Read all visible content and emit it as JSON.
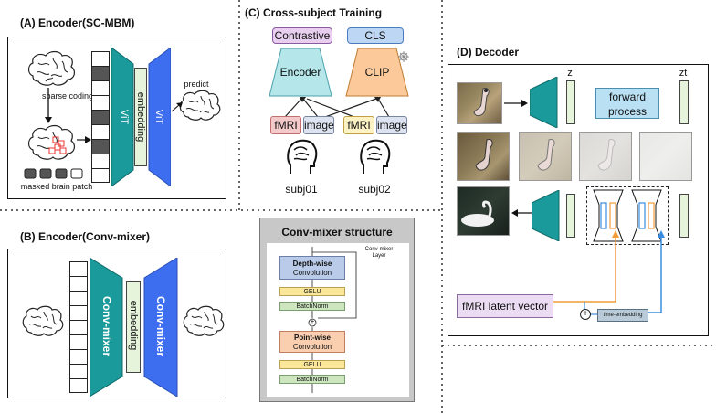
{
  "panelA": {
    "title": "(A) Encoder(SC-MBM)",
    "sparse_coding": "sparse coding",
    "masked_patch": "masked brain patch",
    "vit_left": "ViT",
    "embedding": "embedding",
    "vit_right": "ViT",
    "predict": "predict"
  },
  "panelB": {
    "title": "(B) Encoder(Conv-mixer)",
    "conv_left": "Conv-mixer",
    "embedding": "embedding",
    "conv_right": "Conv-mixer"
  },
  "panelC": {
    "title": "(C) Cross-subject Training",
    "contrastive": "Contrastive",
    "cls": "CLS",
    "encoder": "Encoder",
    "clip": "CLIP",
    "fmri1": "fMRI",
    "image1": "image",
    "fmri2": "fMRI",
    "image2": "image",
    "subj1": "subj01",
    "subj2": "subj02"
  },
  "convmixer": {
    "title": "Conv-mixer structure",
    "layer_label": "Conv-mixer Layer",
    "depthwise_title": "Depth-wise",
    "depthwise_sub": "Convolution",
    "gelu1": "GELU",
    "bn1": "BatchNorm",
    "plus": "+",
    "pointwise_title": "Point-wise",
    "pointwise_sub": "Convolution",
    "gelu2": "GELU",
    "bn2": "BatchNorm"
  },
  "panelD": {
    "title": "(D) Decoder",
    "z": "z",
    "zt": "zt",
    "forward_process": "forward process",
    "fmri_latent": "fMRI latent vector",
    "plus": "+",
    "time_embedding": "time-embedding"
  },
  "colors": {
    "teal": "#1a9a9a",
    "blue": "#3d6ef0",
    "mint": "#e6f4dc",
    "purple_fill": "#e8cff0",
    "cls_fill": "#bcd6f4",
    "encoder_fill": "#b4e6ea",
    "clip_fill": "#fbc99a",
    "fmri_fill": "#f3c9c9",
    "image_fill": "#dde3f0",
    "fmri2_fill": "#fdf2c4",
    "forward_fill": "#b9e0f3",
    "latent_fill": "#ecdcf3",
    "orange_arrow": "#f49b3a",
    "blue_arrow": "#3a8de0"
  }
}
